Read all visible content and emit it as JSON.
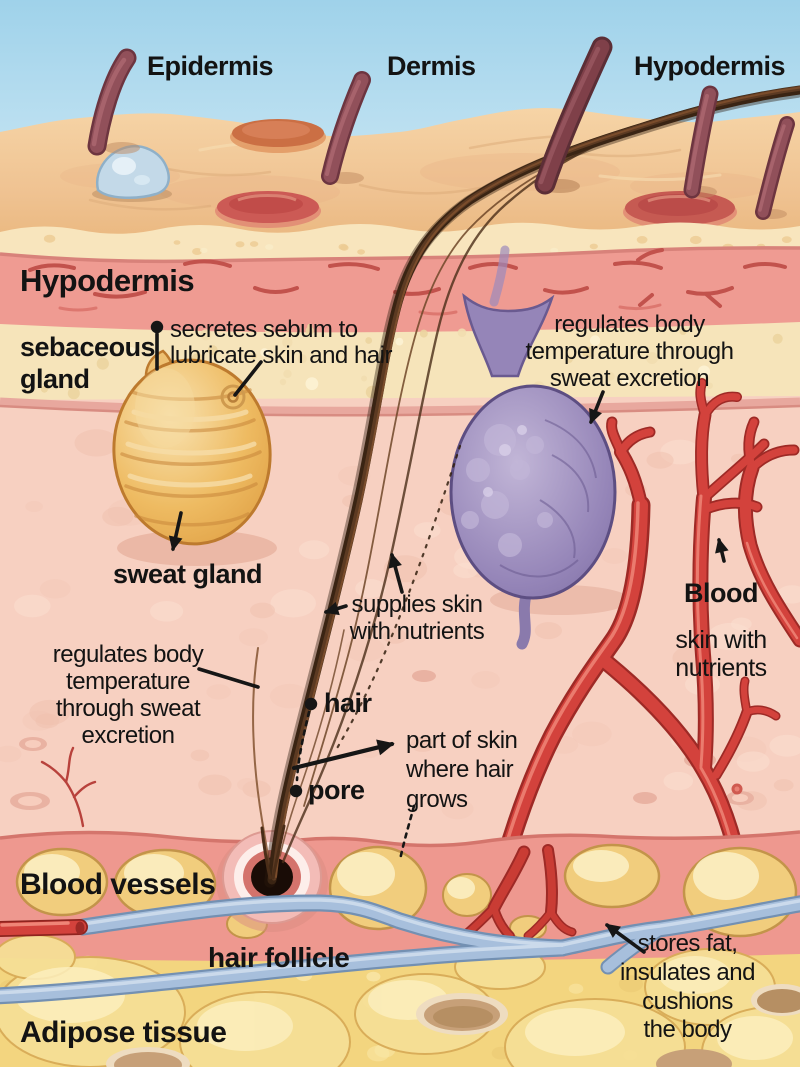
{
  "top_labels": {
    "epidermis": "Epidermis",
    "dermis": "Dermis",
    "hypodermis": "Hypodermis"
  },
  "layer_labels": {
    "hypodermis_band": "Hypodermis",
    "blood_vessels": "Blood vessels",
    "hair_follicle": "hair follicle",
    "adipose_tissue": "Adipose tissue"
  },
  "annotations": {
    "sebaceous_gland": "sebaceous\ngland",
    "sebaceous_function": "secretes sebum to\nlubricate skin and hair",
    "sweat_function_right": "regulates body\ntemperature through\nsweat excretion",
    "sweat_gland": "sweat gland",
    "capillary_function": "supplies skin\nwith nutrients",
    "blood_heading": "Blood",
    "blood_function": "skin with\nnutrients",
    "sweat_function_left": "regulates body\ntemperature\nthrough sweat\nexcretion",
    "hair": "hair",
    "pore": "pore",
    "follicle_function": "part of skin\nwhere hair\ngrows",
    "adipose_function": "stores fat,\ninsulates and\ncushions\nthe body"
  },
  "colors": {
    "sky": "#a8d7ed",
    "epidermis": "#f2c795",
    "dermis_band": "#ef9b92",
    "cream_band": "#f6e4ba",
    "dermis": "#f7d0c1",
    "subcutis_band": "#ee988f",
    "adipose": "#f3d57f",
    "vessel_red": "#ce3b35",
    "vessel_blue": "#a7bfdc",
    "sebaceous_gland": "#e9ae53",
    "sweat_gland": "#9585b8",
    "hair_shaft": "#3a2413",
    "surface_hair": "#91505a",
    "label_text": "#131313"
  }
}
